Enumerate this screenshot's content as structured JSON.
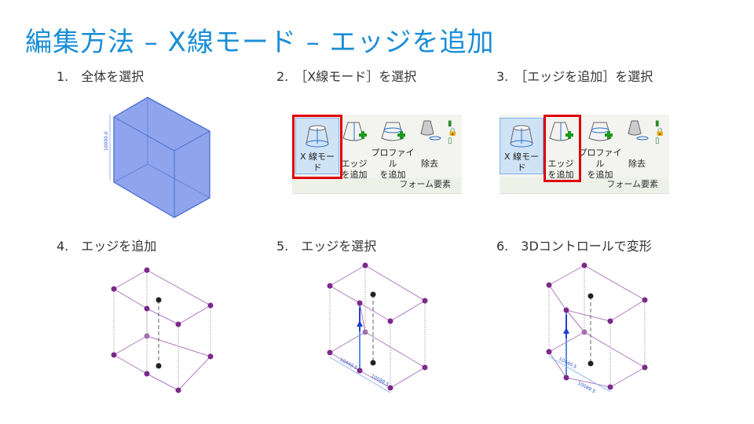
{
  "title": "編集方法 – X線モード – エッジを追加",
  "steps": [
    "1.　全体を選択",
    "2.　［X線モード］を選択",
    "3.　［エッジを追加］を選択",
    "4.　エッジを追加",
    "5.　エッジを選択",
    "6.　3Dコントロールで変形"
  ],
  "ribbon": {
    "xray": "X 線モード",
    "add_edge_1": "エッジ",
    "add_edge_2": "を追加",
    "add_profile_1": "プロファイル",
    "add_profile_2": "を追加",
    "dissolve": "除去",
    "group": "フォーム要素"
  },
  "dims": {
    "height": "10000.0",
    "d1": "10440.5",
    "d2": "10089.5"
  },
  "colors": {
    "accent": "#1a8ed6",
    "highlight": "#e00000",
    "vertex": "#7b2a8a"
  }
}
